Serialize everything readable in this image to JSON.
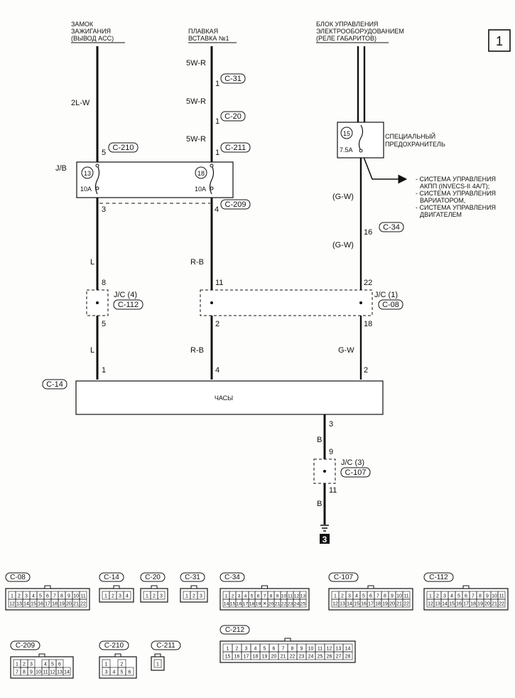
{
  "page_number": "1",
  "sources": {
    "ign": [
      "ЗАМОК",
      "ЗАЖИГАНИЯ",
      "(ВЫВОД ACC)"
    ],
    "fuse": [
      "ПЛАВКАЯ",
      "ВСТАВКА №1"
    ],
    "etacs": [
      "БЛОК УПРАВЛЕНИЯ",
      "ЭЛЕКТРООБОРУДОВАНИЕМ",
      "(РЕЛЕ ГАБАРИТОВ)"
    ]
  },
  "wires": {
    "c1_top": "2L-W",
    "c2_a": "5W-R",
    "c2_b": "5W-R",
    "c2_c": "5W-R",
    "c1_mid": "L",
    "c2_mid": "R-B",
    "c3_a": "(G-W)",
    "c3_b": "(G-W)",
    "c1_bot": "L",
    "c2_bot": "R-B",
    "c3_bot": "G-W",
    "gnd_a": "B",
    "gnd_b": "B"
  },
  "connectors": {
    "c31": "C-31",
    "c20": "C-20",
    "c211": "C-211",
    "c210": "C-210",
    "c209": "C-209",
    "c34": "C-34",
    "c112": "C-112",
    "c08": "C-08",
    "c14": "C-14",
    "c107": "C-107"
  },
  "pins": {
    "p_c31": "1",
    "p_c20": "1",
    "p_c211": "1",
    "p_c210": "5",
    "p_jb3": "3",
    "p_jb4": "4",
    "p_c34": "16",
    "p_jc4_8": "8",
    "p_jc4_5": "5",
    "p_jc1_11": "11",
    "p_jc1_2": "2",
    "p_jc1_22": "22",
    "p_jc1_18": "18",
    "p_clk1": "1",
    "p_clk4": "4",
    "p_clk2": "2",
    "p_clk3": "3",
    "p_jc3_9": "9",
    "p_jc3_11": "11"
  },
  "jb": {
    "label": "J/B",
    "f13": "13",
    "f18": "18",
    "a1": "10A",
    "a2": "10A"
  },
  "fuse15": {
    "num": "15",
    "amp": "7.5A",
    "label": [
      "СПЕЦИАЛЬНЫЙ",
      "ПРЕДОХРАНИТЕЛЬ"
    ]
  },
  "branch": [
    "- СИСТЕМА УПРАВЛЕНИЯ",
    "АКПП (INVECS-II 4A/T);",
    "- СИСТЕМА УПРАВЛЕНИЯ",
    "ВАРИАТОРОМ,",
    "- СИСТЕМА УПРАВЛЕНИЯ",
    "ДВИГАТЕЛЕМ"
  ],
  "jc4": "J/C (4)",
  "jc1": "J/C (1)",
  "jc3": "J/C (3)",
  "clock": "ЧАСЫ",
  "ground": "3",
  "connector_views": [
    {
      "name": "C-08",
      "rows": [
        [
          "1",
          "2",
          "3",
          "4",
          "5",
          "6",
          "7",
          "8",
          "9",
          "10",
          "11"
        ],
        [
          "12",
          "13",
          "14",
          "15",
          "16",
          "17",
          "18",
          "19",
          "20",
          "21",
          "22"
        ]
      ]
    },
    {
      "name": "C-14",
      "rows": [
        [
          "1",
          "2",
          "3",
          "4"
        ]
      ]
    },
    {
      "name": "C-20",
      "rows": [
        [
          "1",
          "2",
          "3"
        ]
      ]
    },
    {
      "name": "C-31",
      "rows": [
        [
          "1",
          "2",
          "3"
        ]
      ]
    },
    {
      "name": "C-34",
      "rows": [
        [
          "1",
          "2",
          "3",
          "4",
          "5",
          "6",
          "7",
          "8",
          "9",
          "10",
          "11",
          "12",
          "13"
        ],
        [
          "14",
          "15",
          "16",
          "17",
          "18",
          "19",
          "✕",
          "20",
          "21",
          "22",
          "23",
          "24",
          "25"
        ]
      ]
    },
    {
      "name": "C-107",
      "rows": [
        [
          "1",
          "2",
          "3",
          "4",
          "5",
          "6",
          "7",
          "8",
          "9",
          "10",
          "11"
        ],
        [
          "12",
          "13",
          "14",
          "15",
          "16",
          "17",
          "18",
          "19",
          "20",
          "21",
          "22"
        ]
      ]
    },
    {
      "name": "C-112",
      "rows": [
        [
          "1",
          "2",
          "3",
          "4",
          "5",
          "6",
          "7",
          "8",
          "9",
          "10",
          "11"
        ],
        [
          "12",
          "13",
          "14",
          "15",
          "16",
          "17",
          "18",
          "19",
          "20",
          "21",
          "22"
        ]
      ]
    },
    {
      "name": "C-209",
      "rows": [
        [
          "1",
          "2",
          "3",
          "",
          "4",
          "5",
          "6"
        ],
        [
          "7",
          "8",
          "9",
          "10",
          "11",
          "12",
          "13",
          "14"
        ]
      ]
    },
    {
      "name": "C-210",
      "rows": [
        [
          "1",
          "",
          "2"
        ],
        [
          "3",
          "4",
          "5",
          "6"
        ]
      ]
    },
    {
      "name": "C-211",
      "rows": [
        [
          "1"
        ]
      ]
    },
    {
      "name": "C-212",
      "rows": [
        [
          "1",
          "2",
          "3",
          "4",
          "5",
          "6",
          "7",
          "8",
          "9",
          "10",
          "11",
          "12",
          "13",
          "14"
        ],
        [
          "15",
          "16",
          "17",
          "18",
          "19",
          "20",
          "21",
          "22",
          "23",
          "24",
          "25",
          "26",
          "27",
          "28"
        ]
      ]
    }
  ]
}
